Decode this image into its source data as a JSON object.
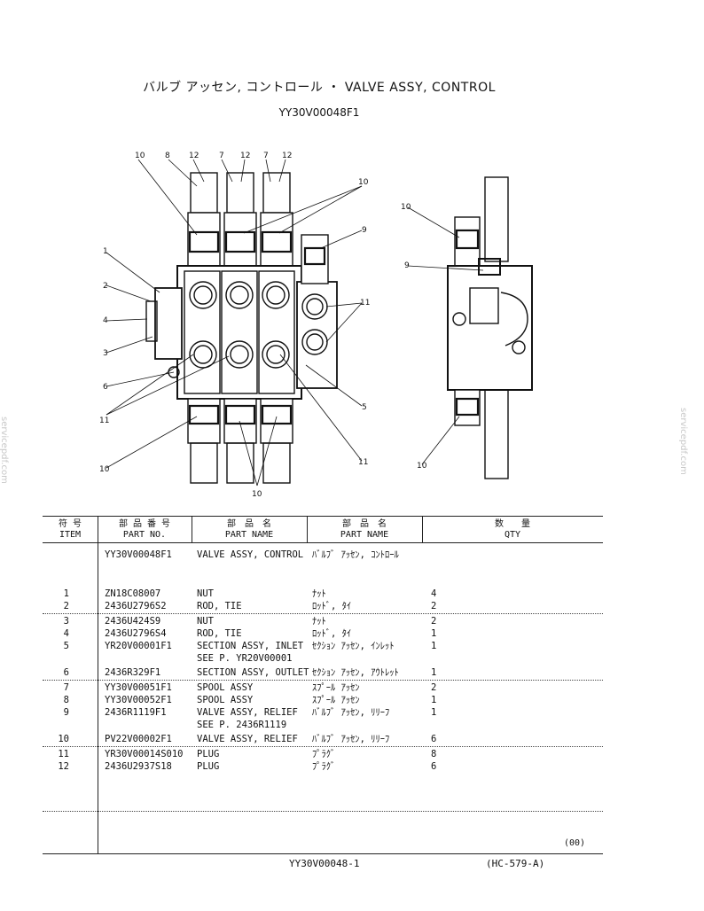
{
  "header": {
    "title": "バルブ アッセン, コントロール ・ VALVE ASSY, CONTROL",
    "subtitle": "YY30V00048F1"
  },
  "watermark": {
    "text": "servicepdf.com"
  },
  "diagram": {
    "front_callouts": [
      "10",
      "8",
      "12",
      "7",
      "12",
      "7",
      "12",
      "10",
      "9",
      "1",
      "2",
      "4",
      "3",
      "6",
      "11",
      "11",
      "5",
      "10",
      "11",
      "10"
    ],
    "side_callouts": [
      "10",
      "9",
      "10"
    ]
  },
  "table": {
    "headers": {
      "item_jp": "符 号",
      "item_en": "ITEM",
      "part_no_jp": "部 品 番 号",
      "part_no_en": "PART NO.",
      "part_name_jp": "部　品　名",
      "part_name_en": "PART NAME",
      "part_name2_jp": "部　品　名",
      "part_name2_en": "PART NAME",
      "qty_jp": "数　　量",
      "qty_en": "QTY"
    },
    "assembly": {
      "part_no": "YY30V00048F1",
      "name_en": "VALVE ASSY, CONTROL",
      "name_jp": "ﾊﾞﾙﾌﾞ ｱｯｾﾝ, ｺﾝﾄﾛｰﾙ"
    },
    "rows": [
      {
        "item": "1",
        "part_no": "ZN18C08007",
        "name_en": "NUT",
        "name_jp": "ﾅｯﾄ",
        "qty": "4"
      },
      {
        "item": "2",
        "part_no": "2436U2796S2",
        "name_en": "ROD, TIE",
        "name_jp": "ﾛｯﾄﾞ, ﾀｲ",
        "qty": "2"
      },
      {
        "item": "3",
        "part_no": "2436U424S9",
        "name_en": "NUT",
        "name_jp": "ﾅｯﾄ",
        "qty": "2"
      },
      {
        "item": "4",
        "part_no": "2436U2796S4",
        "name_en": "ROD, TIE",
        "name_jp": "ﾛｯﾄﾞ, ﾀｲ",
        "qty": "1"
      },
      {
        "item": "5",
        "part_no": "YR20V00001F1",
        "name_en": "SECTION ASSY, INLET",
        "name_jp": "ｾｸｼｮﾝ ｱｯｾﾝ, ｲﾝﾚｯﾄ",
        "qty": "1",
        "note": "SEE P. YR20V00001"
      },
      {
        "item": "6",
        "part_no": "2436R329F1",
        "name_en": "SECTION ASSY, OUTLET",
        "name_jp": "ｾｸｼｮﾝ ｱｯｾﾝ, ｱｳﾄﾚｯﾄ",
        "qty": "1"
      },
      {
        "item": "7",
        "part_no": "YY30V00051F1",
        "name_en": "SPOOL ASSY",
        "name_jp": "ｽﾌﾟｰﾙ ｱｯｾﾝ",
        "qty": "2"
      },
      {
        "item": "8",
        "part_no": "YY30V00052F1",
        "name_en": "SPOOL ASSY",
        "name_jp": "ｽﾌﾟｰﾙ ｱｯｾﾝ",
        "qty": "1"
      },
      {
        "item": "9",
        "part_no": "2436R1119F1",
        "name_en": "VALVE ASSY, RELIEF",
        "name_jp": "ﾊﾞﾙﾌﾞ ｱｯｾﾝ, ﾘﾘｰﾌ",
        "qty": "1",
        "note": "SEE P. 2436R1119"
      },
      {
        "item": "10",
        "part_no": "PV22V00002F1",
        "name_en": "VALVE ASSY, RELIEF",
        "name_jp": "ﾊﾞﾙﾌﾞ ｱｯｾﾝ, ﾘﾘｰﾌ",
        "qty": "6"
      },
      {
        "item": "11",
        "part_no": "YR30V00014S010",
        "name_en": "PLUG",
        "name_jp": "ﾌﾟﾗｸﾞ",
        "qty": "8"
      },
      {
        "item": "12",
        "part_no": "2436U2937S18",
        "name_en": "PLUG",
        "name_jp": "ﾌﾟﾗｸﾞ",
        "qty": "6"
      }
    ]
  },
  "footer": {
    "code": "(00)",
    "page_ref": "YY30V00048-1",
    "doc_ref": "(HC-579-A)"
  }
}
